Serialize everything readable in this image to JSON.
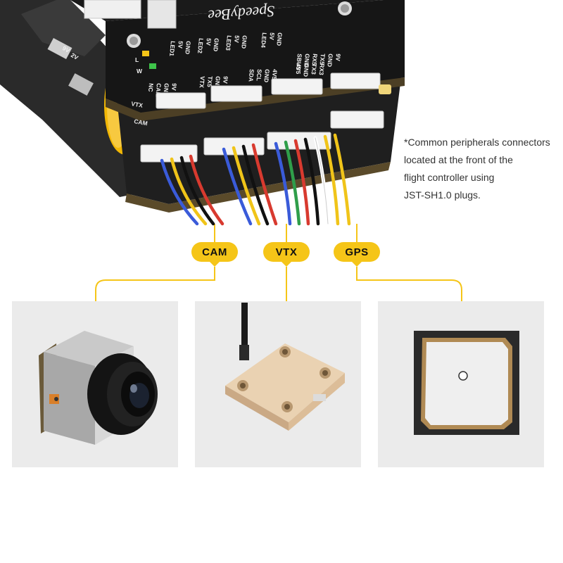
{
  "note": {
    "lines": [
      "*Common peripherals connectors",
      "located at the front of the",
      "flight controller using",
      "JST-SH1.0 plugs."
    ]
  },
  "connectors": {
    "cam": "CAM",
    "vtx": "VTX",
    "gps": "GPS"
  },
  "board": {
    "brand_text": "SpeedyBee",
    "top_labels": [
      [
        "GND",
        "5V",
        "LED1"
      ],
      [
        "GND",
        "5V",
        "LED2"
      ],
      [
        "GND",
        "5V",
        "LED3"
      ],
      [
        "GND",
        "5V",
        "LED4"
      ],
      [
        "9V",
        "GND",
        "TX5",
        "RX5",
        "GND",
        "SBUS"
      ]
    ],
    "bottom_labels": [
      [
        "9V",
        "GND",
        "CAM",
        "NC"
      ],
      [
        "9V",
        "GND",
        "TX5",
        "VTX"
      ],
      [
        "4V5",
        "GND",
        "SCL",
        "SDA"
      ],
      [
        "RX3",
        "TX3",
        "GND",
        "4V5"
      ]
    ],
    "side_labels": [
      "9V",
      "2V",
      "CAM",
      "VTX"
    ],
    "led_labels": [
      "L",
      "W"
    ]
  },
  "colors": {
    "accent": "#f5c518",
    "pcb": "#1f1f1f",
    "panel_bg": "#ebebeb",
    "wire_colors": [
      "#3a5bd9",
      "#f0c419",
      "#d83a2f",
      "#111111",
      "#2f9e4a",
      "#ffffff"
    ]
  }
}
